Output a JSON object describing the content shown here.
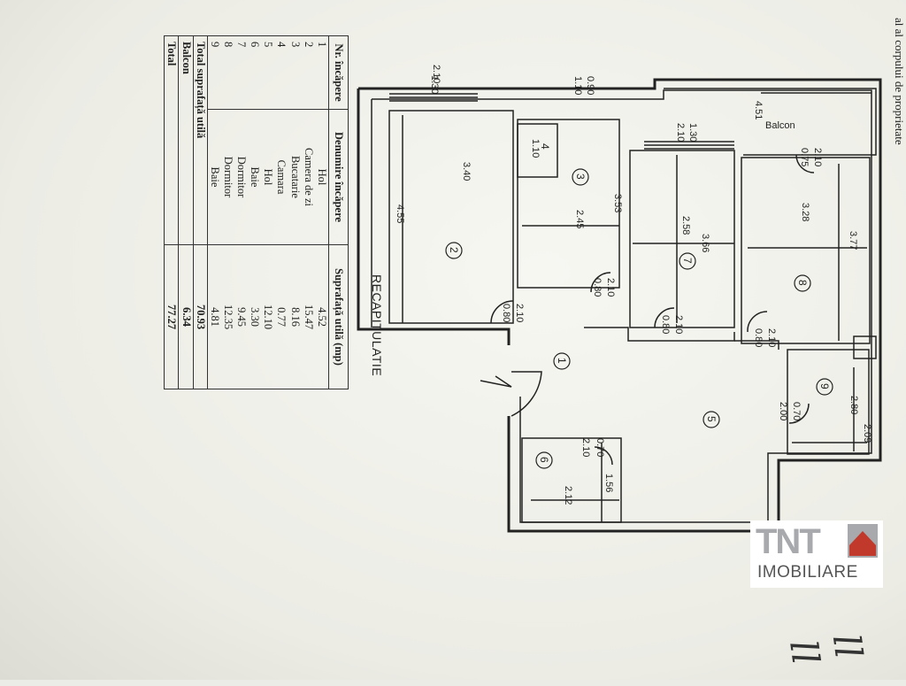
{
  "header": {
    "text": "al al corpului de proprietate"
  },
  "recap": {
    "title": "RECAPITULATIE",
    "columns": [
      "Nr. încăpere",
      "Denumire încăpere",
      "Suprafață utilă (mp)"
    ],
    "rows": [
      {
        "nr": "1",
        "name": "Hol",
        "area": "4.52"
      },
      {
        "nr": "2",
        "name": "Camera de zi",
        "area": "15.47"
      },
      {
        "nr": "3",
        "name": "Bucatarie",
        "area": "8.16"
      },
      {
        "nr": "4",
        "name": "Camara",
        "area": "0.77"
      },
      {
        "nr": "5",
        "name": "Hol",
        "area": "12.10"
      },
      {
        "nr": "6",
        "name": "Baie",
        "area": "3.30"
      },
      {
        "nr": "7",
        "name": "Dormitor",
        "area": "9.45"
      },
      {
        "nr": "8",
        "name": "Dormitor",
        "area": "12.35"
      },
      {
        "nr": "9",
        "name": "Baie",
        "area": "4.81"
      }
    ],
    "total_useful_label": "Total suprafață utilă",
    "total_useful": "70.93",
    "balcony_label": "Balcon",
    "balcony": "6.34",
    "total_label": "Total",
    "total": "77.27"
  },
  "plan": {
    "balcon_label": "Balcon",
    "rooms": [
      "1",
      "2",
      "3",
      "4",
      "5",
      "6",
      "7",
      "8",
      "9"
    ],
    "dims": {
      "d210_130a": "2.10",
      "d130a": "1.30",
      "d090": "0.90",
      "d110a": "1.10",
      "d340": "3.40",
      "d455": "4.55",
      "d110b": "1.10",
      "d245": "2.45",
      "d353": "3.53",
      "d080a": "0.80",
      "d210a": "2.10",
      "d080b": "0.80",
      "d210b": "2.10",
      "d258": "2.58",
      "d366": "3.66",
      "d080c": "0.80",
      "d210c": "2.10",
      "d451": "4.51",
      "d210d": "2.10",
      "d130b": "1.30",
      "d228": "3.28",
      "d377": "3.77",
      "d080d": "0.80",
      "d210e": "2.10",
      "d075": "0.75",
      "d210f": "2.10",
      "d0xx": "0.70",
      "d210g": "2.10",
      "d156": "1.56",
      "d212": "2.12",
      "d070": "0.70",
      "d200": "2.00",
      "d280": "2.80",
      "d209": "2.09"
    }
  },
  "logo": {
    "brand": "TNT",
    "sub": "IMOBILIARE"
  },
  "signature": "ll ll"
}
